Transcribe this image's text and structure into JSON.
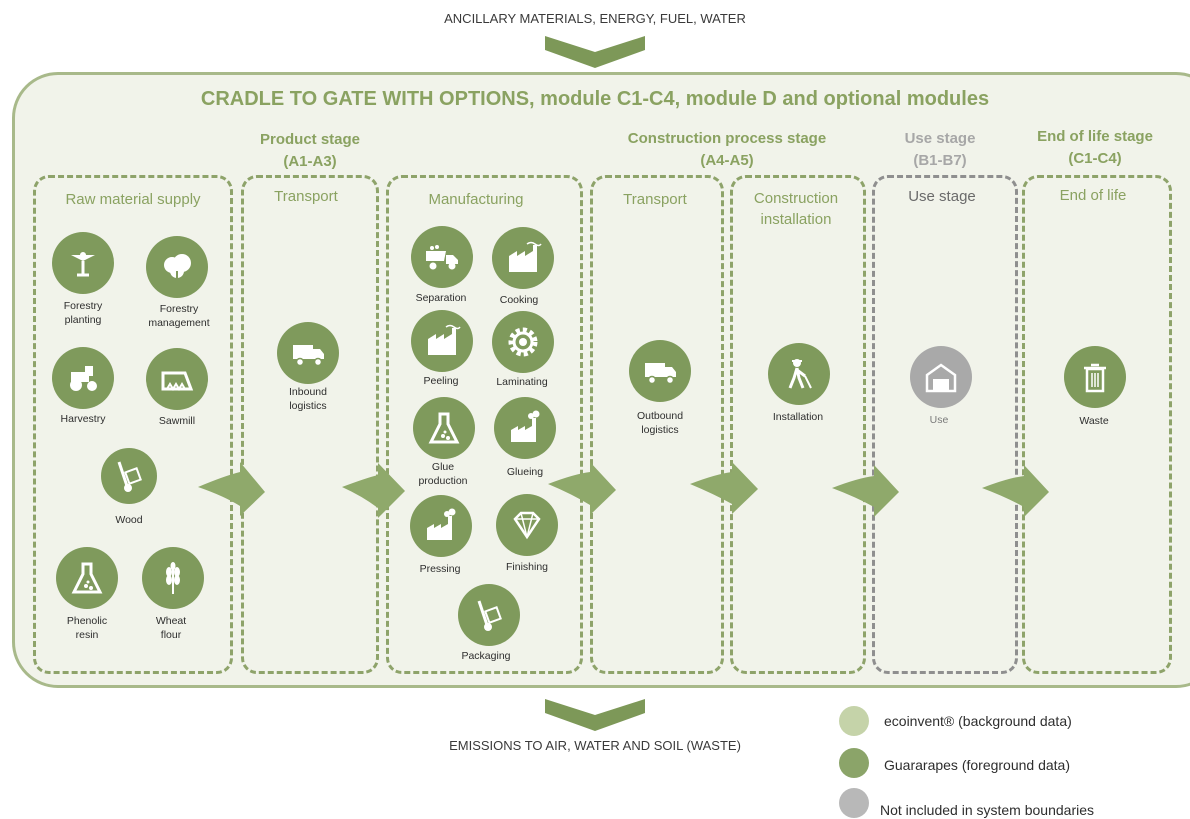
{
  "top_label": "ANCILLARY MATERIALS, ENERGY, FUEL, WATER",
  "bottom_label": "EMISSIONS TO AIR, WATER AND SOIL (WASTE)",
  "title": "CRADLE TO GATE WITH OPTIONS, module C1-C4, module D and optional modules",
  "stages": {
    "product": {
      "name": "Product stage",
      "code": "(A1-A3)"
    },
    "construction": {
      "name": "Construction process stage",
      "code": "(A4-A5)"
    },
    "use": {
      "name": "Use stage",
      "code": "(B1-B7)"
    },
    "eol": {
      "name": "End of life stage",
      "code": "(C1-C4)"
    }
  },
  "columns": {
    "raw": "Raw material supply",
    "transport1": "Transport",
    "manufacturing": "Manufacturing",
    "transport2": "Transport",
    "construction": "Construction\ninstallation",
    "use": "Use stage",
    "eol": "End of life"
  },
  "items": {
    "forestry_planting": "Forestry\nplanting",
    "forestry_management": "Forestry\nmanagement",
    "harvestry": "Harvestry",
    "sawmill": "Sawmill",
    "wood": "Wood",
    "phenolic_resin": "Phenolic\nresin",
    "wheat_flour": "Wheat\nflour",
    "inbound_logistics": "Inbound\nlogistics",
    "separation": "Separation",
    "cooking": "Cooking",
    "peeling": "Peeling",
    "laminating": "Laminating",
    "glue_production": "Glue\nproduction",
    "glueing": "Glueing",
    "pressing": "Pressing",
    "finishing": "Finishing",
    "packaging": "Packaging",
    "outbound_logistics": "Outbound\nlogistics",
    "installation": "Installation",
    "use": "Use",
    "waste": "Waste"
  },
  "legend": [
    {
      "label": "ecoinvent® (background data)",
      "color": "#c5d3a9"
    },
    {
      "label": "Guararapes (foreground data)",
      "color": "#8ba469"
    },
    {
      "label": "Not included in system boundaries",
      "color": "#b8b8b8"
    }
  ],
  "colors": {
    "primary": "#7f9a5c",
    "light": "#c5d3a9",
    "grey": "#a9a9a9",
    "frame": "#f1f3ea"
  }
}
